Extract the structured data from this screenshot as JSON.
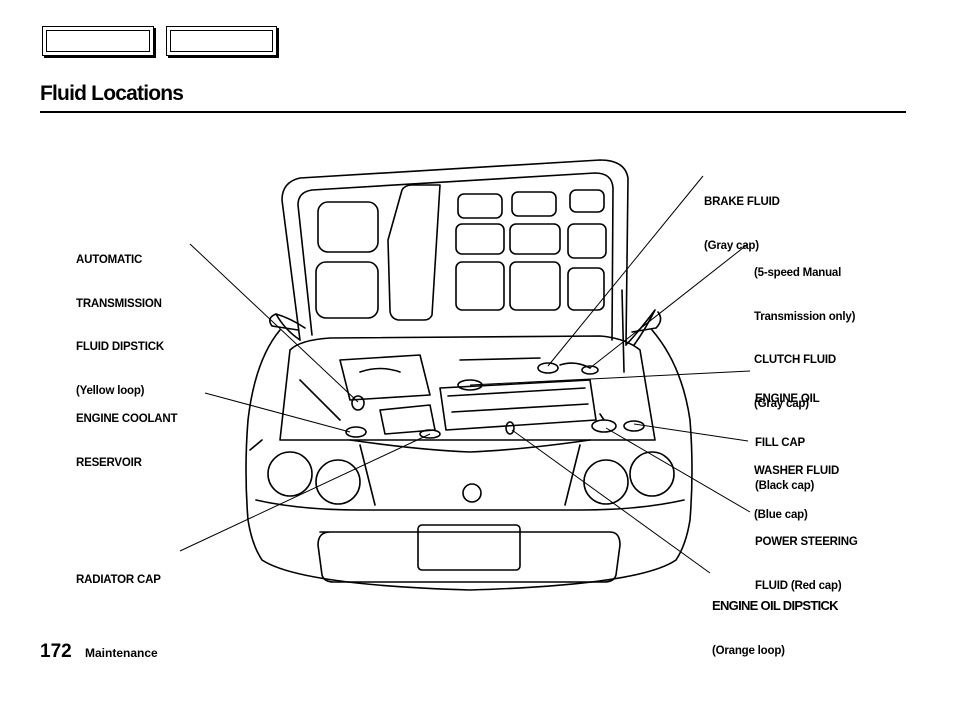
{
  "header": {
    "title": "Fluid Locations",
    "nav_buttons": [
      "",
      ""
    ]
  },
  "labels": {
    "automatic_transmission": [
      "AUTOMATIC",
      "TRANSMISSION",
      "FLUID DIPSTICK",
      "(Yellow loop)"
    ],
    "engine_coolant": [
      "ENGINE COOLANT",
      "RESERVOIR"
    ],
    "radiator_cap": [
      "RADIATOR CAP"
    ],
    "brake_fluid": [
      "BRAKE FLUID",
      "(Gray cap)"
    ],
    "clutch_fluid": [
      "(5-speed Manual",
      "Transmission only)",
      "CLUTCH FLUID",
      "(Gray cap)"
    ],
    "engine_oil_fill": [
      "ENGINE OIL",
      "FILL CAP",
      "(Black cap)"
    ],
    "washer_fluid": [
      "WASHER FLUID",
      "(Blue cap)"
    ],
    "power_steering": [
      "POWER STEERING",
      "FLUID (Red cap)"
    ],
    "engine_oil_dipstick": [
      "ENGINE OIL DIPSTICK",
      "(Orange loop)"
    ]
  },
  "footer": {
    "page_number": "172",
    "section": "Maintenance"
  }
}
